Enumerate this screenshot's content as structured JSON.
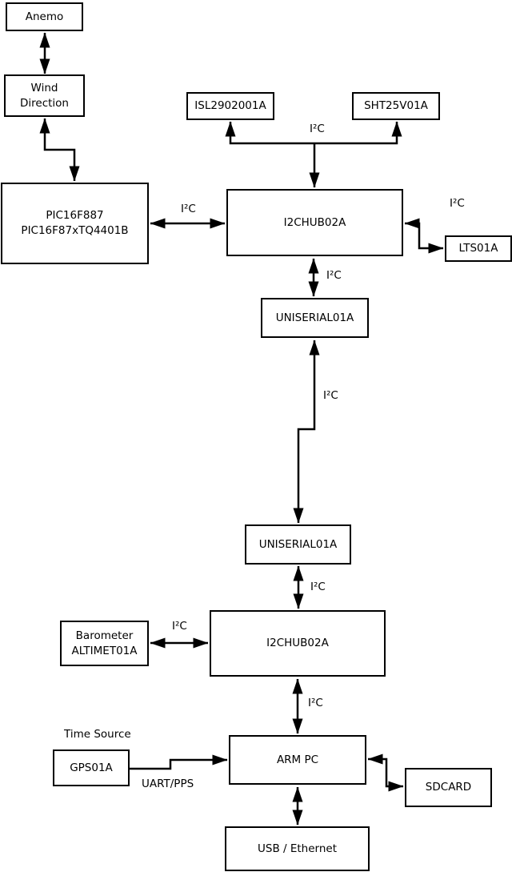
{
  "diagram": {
    "background_color": "#ffffff",
    "line_color": "#000000",
    "nodes": {
      "anemo": {
        "label": "Anemo"
      },
      "wind_direction": {
        "label": "Wind\nDirection"
      },
      "pic": {
        "label": "PIC16F887\nPIC16F87xTQ4401B"
      },
      "isl": {
        "label": "ISL2902001A"
      },
      "sht": {
        "label": "SHT25V01A"
      },
      "i2chub_top": {
        "label": "I2CHUB02A"
      },
      "lts": {
        "label": "LTS01A"
      },
      "uniserial_top": {
        "label": "UNISERIAL01A"
      },
      "uniserial_bottom": {
        "label": "UNISERIAL01A"
      },
      "i2chub_bottom": {
        "label": "I2CHUB02A"
      },
      "barometer": {
        "label": "Barometer\nALTIMET01A"
      },
      "gps": {
        "label": "GPS01A"
      },
      "arm_pc": {
        "label": "ARM PC"
      },
      "sdcard": {
        "label": "SDCARD"
      },
      "usb_ethernet": {
        "label": "USB / Ethernet"
      }
    },
    "captions": {
      "time_source": "Time Source"
    },
    "edges": [
      {
        "from": "anemo",
        "to": "wind_direction",
        "arrows": "both",
        "label": ""
      },
      {
        "from": "wind_direction",
        "to": "pic",
        "arrows": "both",
        "label": ""
      },
      {
        "from": "pic",
        "to": "i2chub_top",
        "arrows": "both",
        "label": "I²C"
      },
      {
        "from": "i2chub_top",
        "to": "isl",
        "arrows": "both",
        "label": "I²C"
      },
      {
        "from": "i2chub_top",
        "to": "sht",
        "arrows": "both",
        "label": ""
      },
      {
        "from": "i2chub_top",
        "to": "lts",
        "arrows": "both",
        "label": "I²C"
      },
      {
        "from": "i2chub_top",
        "to": "uniserial_top",
        "arrows": "both",
        "label": "I²C"
      },
      {
        "from": "uniserial_top",
        "to": "uniserial_bottom",
        "arrows": "both",
        "label": "I²C"
      },
      {
        "from": "uniserial_bottom",
        "to": "i2chub_bottom",
        "arrows": "both",
        "label": "I²C"
      },
      {
        "from": "barometer",
        "to": "i2chub_bottom",
        "arrows": "both",
        "label": "I²C"
      },
      {
        "from": "i2chub_bottom",
        "to": "arm_pc",
        "arrows": "both",
        "label": "I²C"
      },
      {
        "from": "gps",
        "to": "arm_pc",
        "arrows": "to",
        "label": "UART/PPS"
      },
      {
        "from": "arm_pc",
        "to": "sdcard",
        "arrows": "both",
        "label": ""
      },
      {
        "from": "arm_pc",
        "to": "usb_ethernet",
        "arrows": "both",
        "label": ""
      }
    ]
  }
}
